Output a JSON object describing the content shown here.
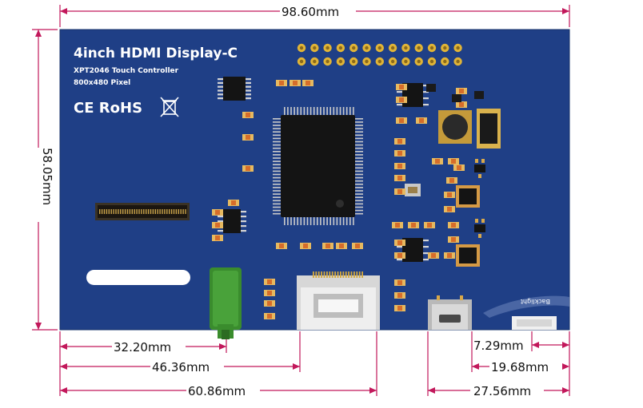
{
  "board": {
    "title": "4inch HDMI Display-C",
    "line2": "XPT2046 Touch Controller",
    "line3": "800x480 Pixel",
    "marks": "CE RoHS",
    "backlight_label": "Backlight",
    "colors": {
      "pcb": "#1f3f86",
      "dimension": "#c2185b",
      "gold": "#e0b437"
    }
  },
  "dimensions": {
    "width_total": "98.60mm",
    "height_total": "58.05mm",
    "d_32_20": "32.20mm",
    "d_46_36": "46.36mm",
    "d_60_86": "60.86mm",
    "d_7_29": "7.29mm",
    "d_19_68": "19.68mm",
    "d_27_56": "27.56mm"
  }
}
